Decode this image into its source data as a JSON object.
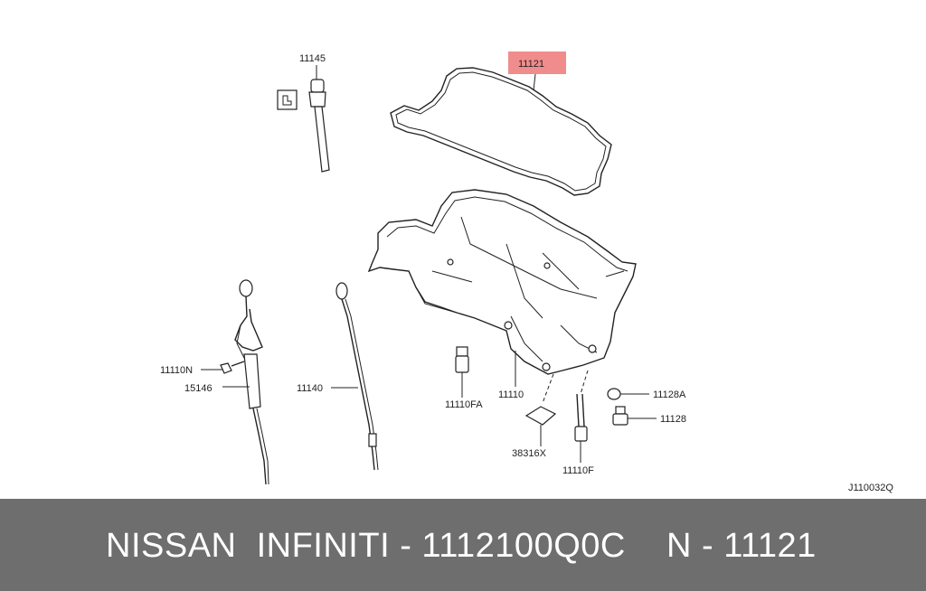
{
  "diagram": {
    "labels": {
      "p11145": "11145",
      "p11121": "11121",
      "p11110N": "11110N",
      "p15146": "15146",
      "p11140": "11140",
      "p11110FA": "11110FA",
      "p11110": "11110",
      "p11128A": "11128A",
      "p11128": "11128",
      "p38316X": "38316X",
      "p11110F": "11110F"
    },
    "figure_code": "J110032Q",
    "highlight_color": "#f08c8c"
  },
  "footer": {
    "brand_line": "NISSAN  INFINITI - 1112100Q0C",
    "part_ref": "N - 11121",
    "background_color": "#6e6e6e"
  }
}
